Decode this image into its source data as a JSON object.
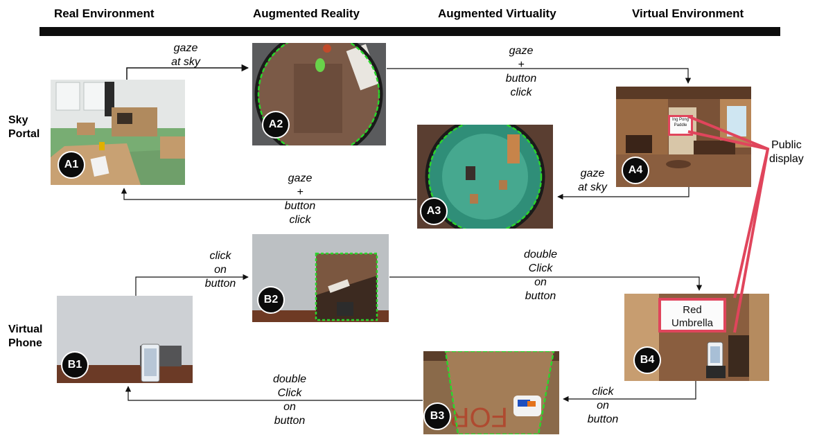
{
  "columns": [
    "Real Environment",
    "Augmented Reality",
    "Augmented Virtuality",
    "Virtual Environment"
  ],
  "rows": {
    "sky_portal": [
      "Sky",
      "Portal"
    ],
    "virtual_phone": [
      "Virtual",
      "Phone"
    ]
  },
  "panels": {
    "A1": "A1",
    "A2": "A2",
    "A3": "A3",
    "A4": "A4",
    "B1": "B1",
    "B2": "B2",
    "B3": "B3",
    "B4": "B4"
  },
  "transitions": {
    "a1_a2": [
      "gaze",
      "at sky"
    ],
    "a2_a4": [
      "gaze",
      "+",
      "button",
      "click"
    ],
    "a4_a3": [
      "gaze",
      "at sky"
    ],
    "a3_a1": [
      "gaze",
      "+",
      "button",
      "click"
    ],
    "b1_b2": [
      "click",
      "on",
      "button"
    ],
    "b2_b4": [
      "double",
      "Click",
      "on",
      "button"
    ],
    "b4_b3": [
      "click",
      "on",
      "button"
    ],
    "b3_b1": [
      "double",
      "Click",
      "on",
      "button"
    ]
  },
  "public_display": [
    "Public",
    "display"
  ],
  "sign": [
    "Red",
    "Umbrella"
  ],
  "a4_sign": [
    "Ing Pong",
    "Paddle"
  ],
  "colors": {
    "highlight": "#e0455c",
    "portal_ring": "#2bd62b",
    "arrow": "#111111"
  }
}
